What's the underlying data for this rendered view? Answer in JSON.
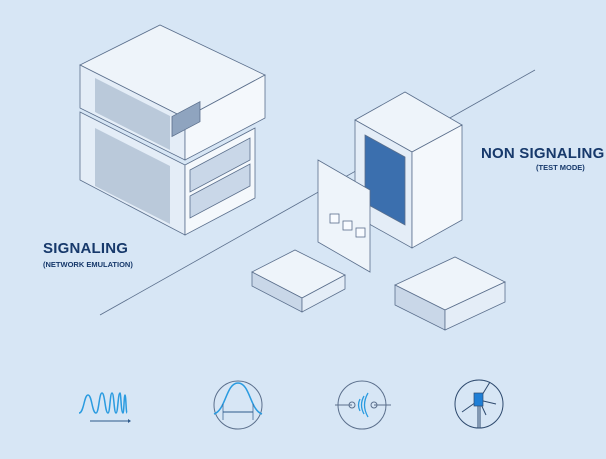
{
  "signaling": {
    "title": "SIGNALING",
    "subtitle": "(NETWORK EMULATION)"
  },
  "non_signaling": {
    "title": "NON SIGNALING",
    "subtitle": "(TEST MODE)"
  },
  "icons": [
    "waveform-icon",
    "bandwidth-icon",
    "antenna-signal-icon",
    "wind-turbine-icon"
  ],
  "colors": {
    "background": "#d7e6f5",
    "text": "#17396b",
    "accent": "#2a9be0",
    "line": "#5b6f8c"
  }
}
